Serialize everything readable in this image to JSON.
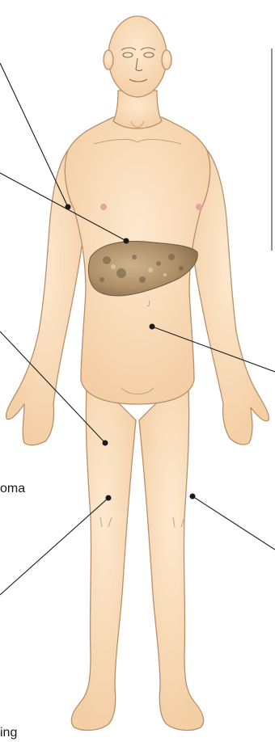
{
  "figure": {
    "colors": {
      "skin": "#f9dcb8",
      "skin_shadow": "#e9bf95",
      "outline": "#b8906c",
      "leader": "#1a1a1a",
      "liver": "#b89a6e",
      "liver_dark": "#6d5a3e",
      "nipple": "#e6a3a0",
      "divider": "#444444"
    },
    "icons": [
      "human-body-figure",
      "liver-specimen-image",
      "leader-line",
      "callout-dot"
    ]
  },
  "labels": {
    "truncated_left_1": "oma",
    "truncated_left_2": "ing"
  }
}
